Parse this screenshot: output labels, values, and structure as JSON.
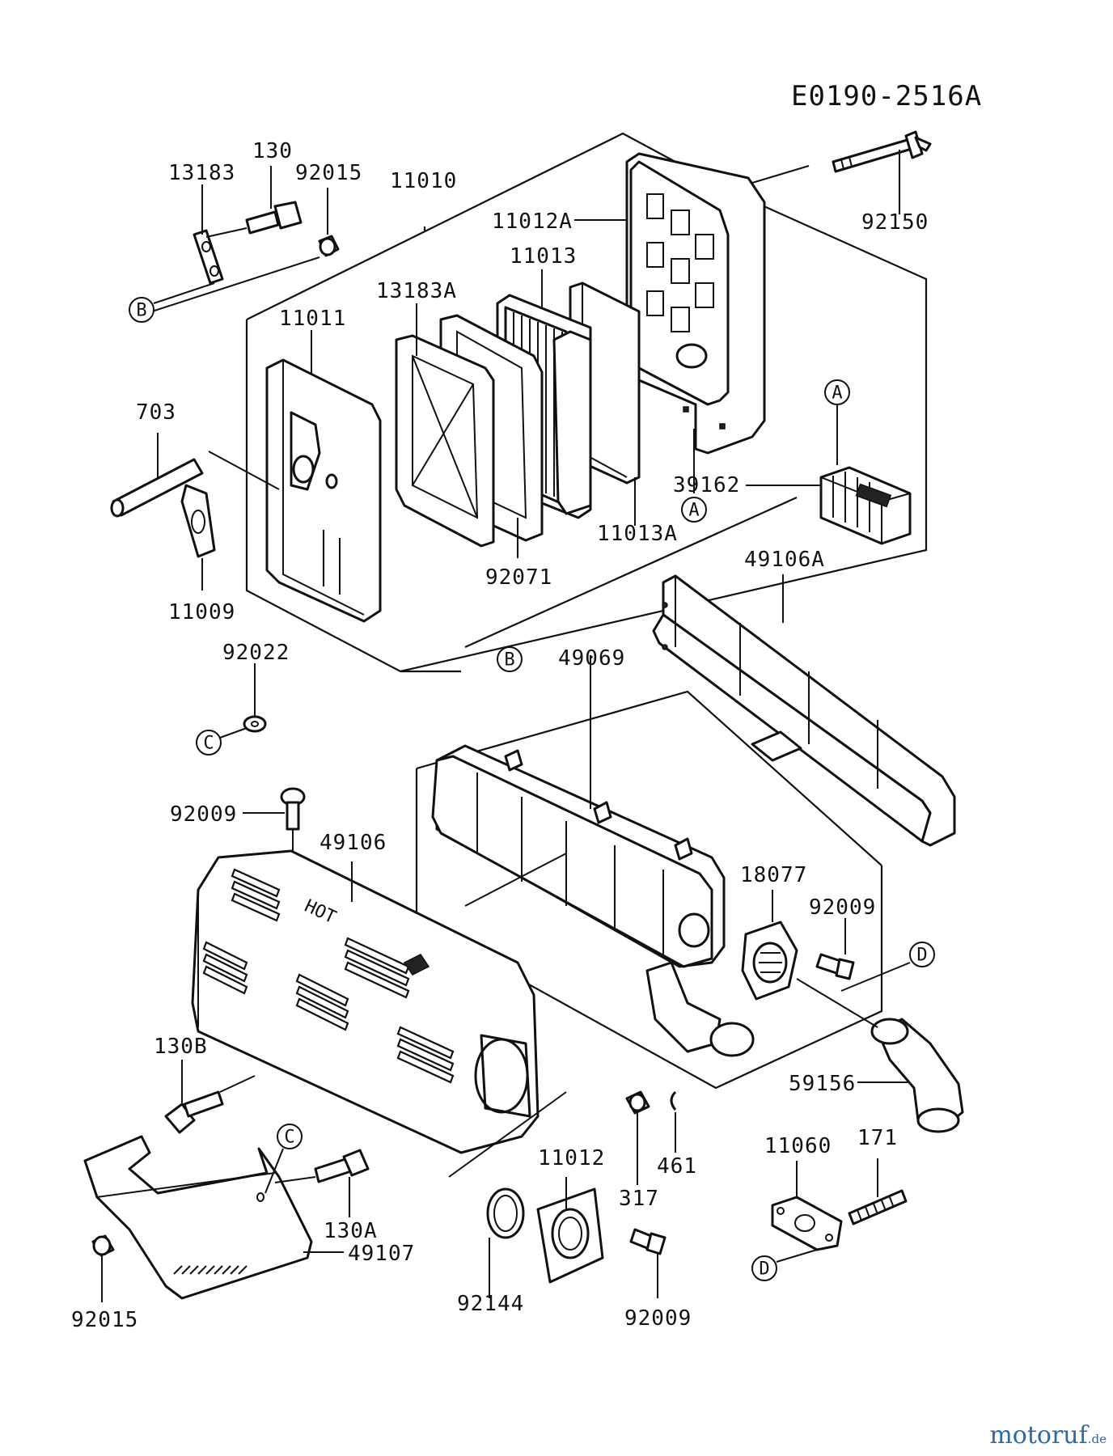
{
  "diagram_code": "E0190-2516A",
  "watermark": {
    "name": "motoruf",
    "tld": ".de"
  },
  "part_labels": {
    "p130": "130",
    "p13183": "13183",
    "p92015_top": "92015",
    "p11010": "11010",
    "p11012A": "11012A",
    "p92150": "92150",
    "p11013": "11013",
    "p13183A": "13183A",
    "p11011": "11011",
    "p703": "703",
    "p39162": "39162",
    "p11013A": "11013A",
    "p92071": "92071",
    "p11009": "11009",
    "p49106A": "49106A",
    "p92022": "92022",
    "p49069": "49069",
    "p92009_left": "92009",
    "p49106": "49106",
    "p18077": "18077",
    "p92009_right": "92009",
    "p130B": "130B",
    "p59156": "59156",
    "p11012": "11012",
    "p171": "171",
    "p11060": "11060",
    "p317": "317",
    "p461": "461",
    "p130A": "130A",
    "p49107": "49107",
    "p92015_bottom": "92015",
    "p92144": "92144",
    "p92009_bottom": "92009"
  },
  "reference_markers": {
    "a": "A",
    "b": "B",
    "c": "C",
    "d": "D"
  }
}
